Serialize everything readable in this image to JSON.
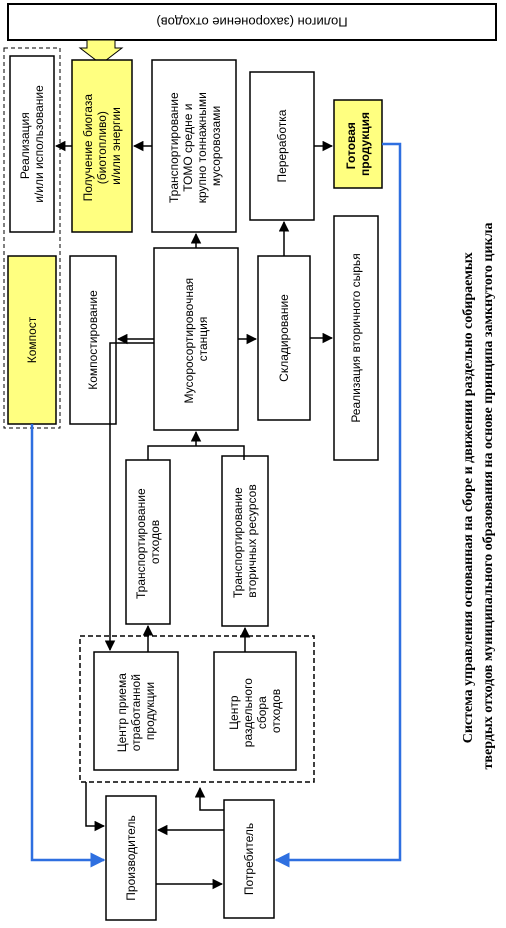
{
  "boxes": {
    "landfill": "Полигон (захоронение отходов)",
    "realization_use": [
      "Реализация",
      "и/или использование"
    ],
    "biogas": [
      "Получение биогаза",
      "(биотопливо)",
      "и/или энергии"
    ],
    "transport_tomo": [
      "Транспортирование",
      "ТОМО средне и",
      "крупно тоннажными",
      "мусоровозами"
    ],
    "processing": "Переработка",
    "finished_products": [
      "Готовая",
      "продукция"
    ],
    "compost": "Компост",
    "composting": "Компостирование",
    "sorting_station": [
      "Мусоросортировочная",
      "станция"
    ],
    "storage": "Складирование",
    "secondary_sale": "Реализация вторичного сырья",
    "transport_waste": [
      "Транспортирование",
      "отходов"
    ],
    "transport_resources": [
      "Транспортирование",
      "вторичных ресурсов"
    ],
    "reception_center": [
      "Центр приема",
      "отработанной",
      "продукции"
    ],
    "separate_center": [
      "Центр",
      "раздельного",
      "сбора",
      "отходов"
    ],
    "producer": "Производитель",
    "consumer": "Потребитель"
  },
  "caption": [
    "Система управления основанная на сборе и движении раздельно собираемых",
    "твердых отходов муниципального образования на основе принципа замкнутого цикла"
  ],
  "colors": {
    "highlight": "#ffff80",
    "feedback_line": "#2e6fe0",
    "line": "#000000"
  }
}
